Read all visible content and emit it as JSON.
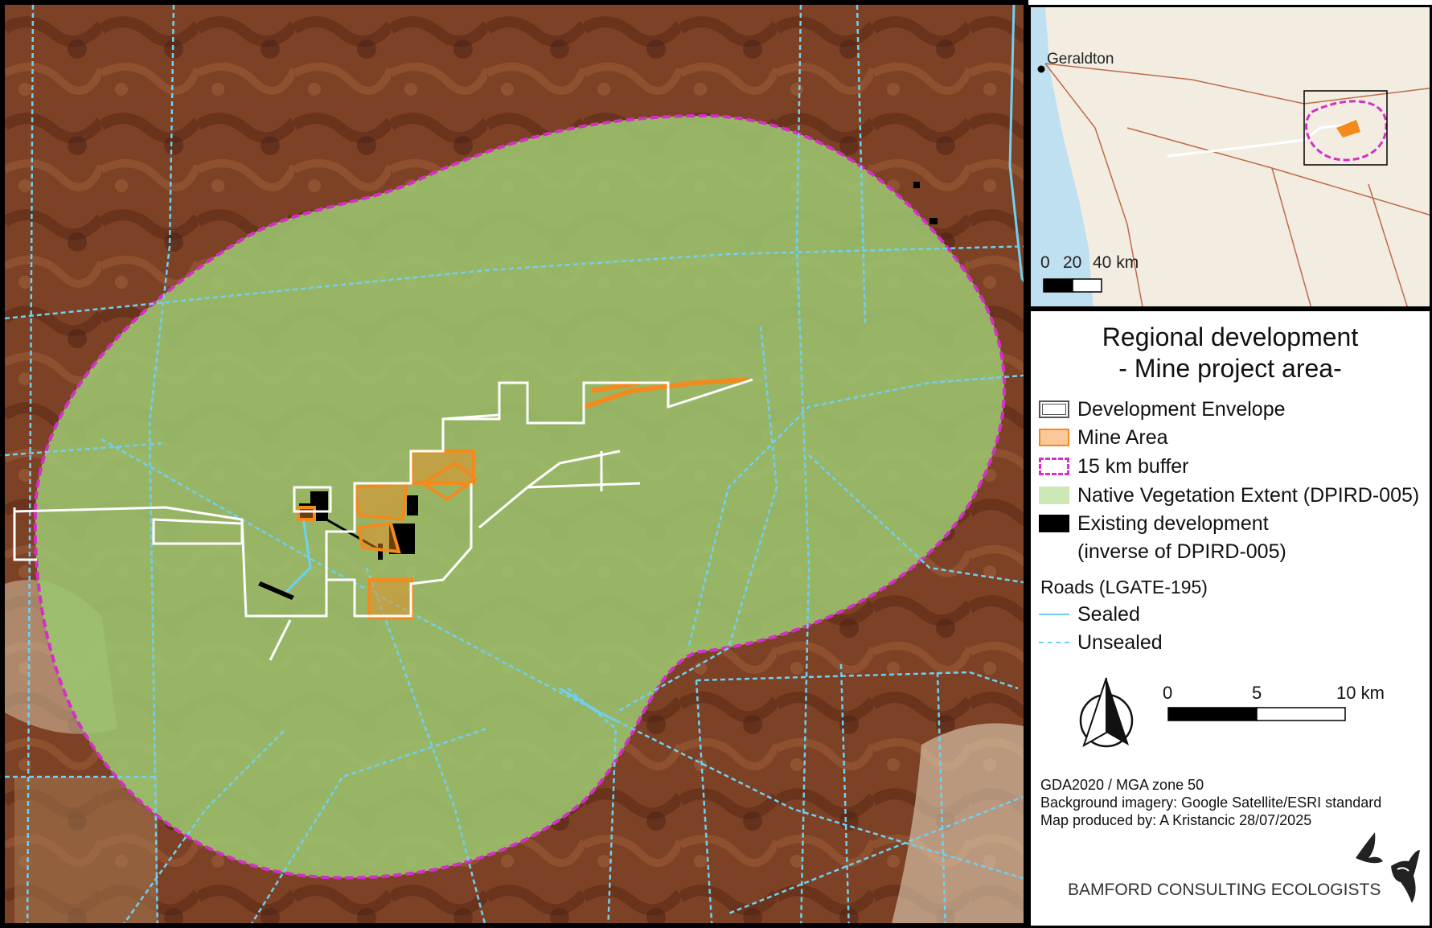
{
  "legend": {
    "title_line1": "Regional development",
    "title_line2": "- Mine project area-",
    "items": [
      {
        "label": "Development Envelope"
      },
      {
        "label": "Mine Area"
      },
      {
        "label": "15 km buffer"
      },
      {
        "label": "Native Vegetation Extent (DPIRD-005)"
      },
      {
        "label": "Existing development"
      },
      {
        "label": "(inverse of DPIRD-005)"
      }
    ],
    "roads_heading": "Roads (LGATE-195)",
    "roads": [
      {
        "label": "Sealed"
      },
      {
        "label": "Unsealed"
      }
    ],
    "scale": {
      "tick0": "0",
      "tick1": "5",
      "tick2": "10 km"
    },
    "credits": [
      "GDA2020 / MGA zone 50",
      "Background imagery: Google Satellite/ESRI standard",
      "Map produced by: A Kristancic 28/07/2025"
    ],
    "company": "BAMFORD CONSULTING ECOLOGISTS"
  },
  "inset": {
    "town": "Geraldton",
    "scale": {
      "tick0": "0",
      "tick1": "20",
      "tick2": "40 km"
    }
  },
  "colors": {
    "vegetation": "#9cc56f",
    "buffer": "#d42fc8",
    "mine": "#f28a1d",
    "envelope": "#ffffff",
    "existing": "#000000",
    "roads": "#6fd0f0",
    "terrain": "#7a3e24",
    "ocean": "#bfe0f0"
  },
  "icons": [
    "north-arrow-icon",
    "birds-logo-icon"
  ]
}
